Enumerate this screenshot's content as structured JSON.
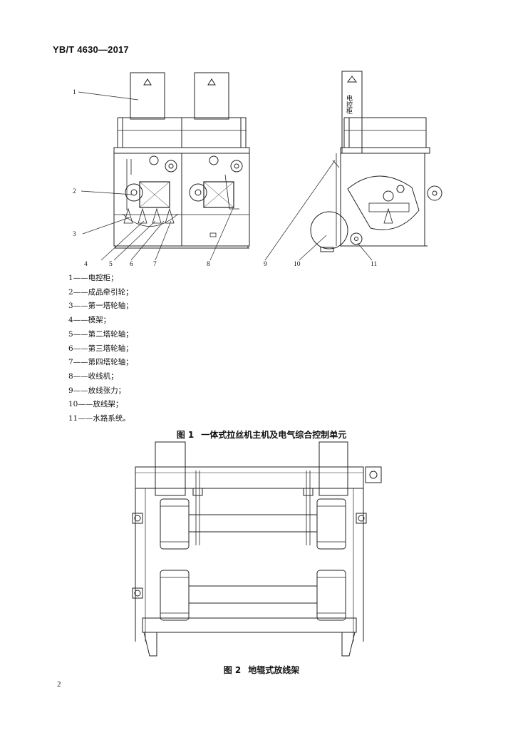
{
  "document": {
    "standard_id": "YB/T 4630—2017",
    "page_number": "2"
  },
  "figure1": {
    "number": "图 1",
    "title": "一体式拉丝机主机及电气综合控制单元",
    "cabinet_label": "电控柜",
    "callouts": [
      "1",
      "2",
      "3",
      "4",
      "5",
      "6",
      "7",
      "8",
      "9",
      "10",
      "11"
    ],
    "legend": [
      "1——电控柜；",
      "2——成品牵引轮；",
      "3——第一塔轮轴；",
      "4——模架；",
      "5——第二塔轮轴；",
      "6——第三塔轮轴；",
      "7——第四塔轮轴；",
      "8——收线机；",
      "9——放线张力；",
      "10——放线架；",
      "11——水路系统。"
    ]
  },
  "figure2": {
    "number": "图 2",
    "title": "地辊式放线架"
  }
}
